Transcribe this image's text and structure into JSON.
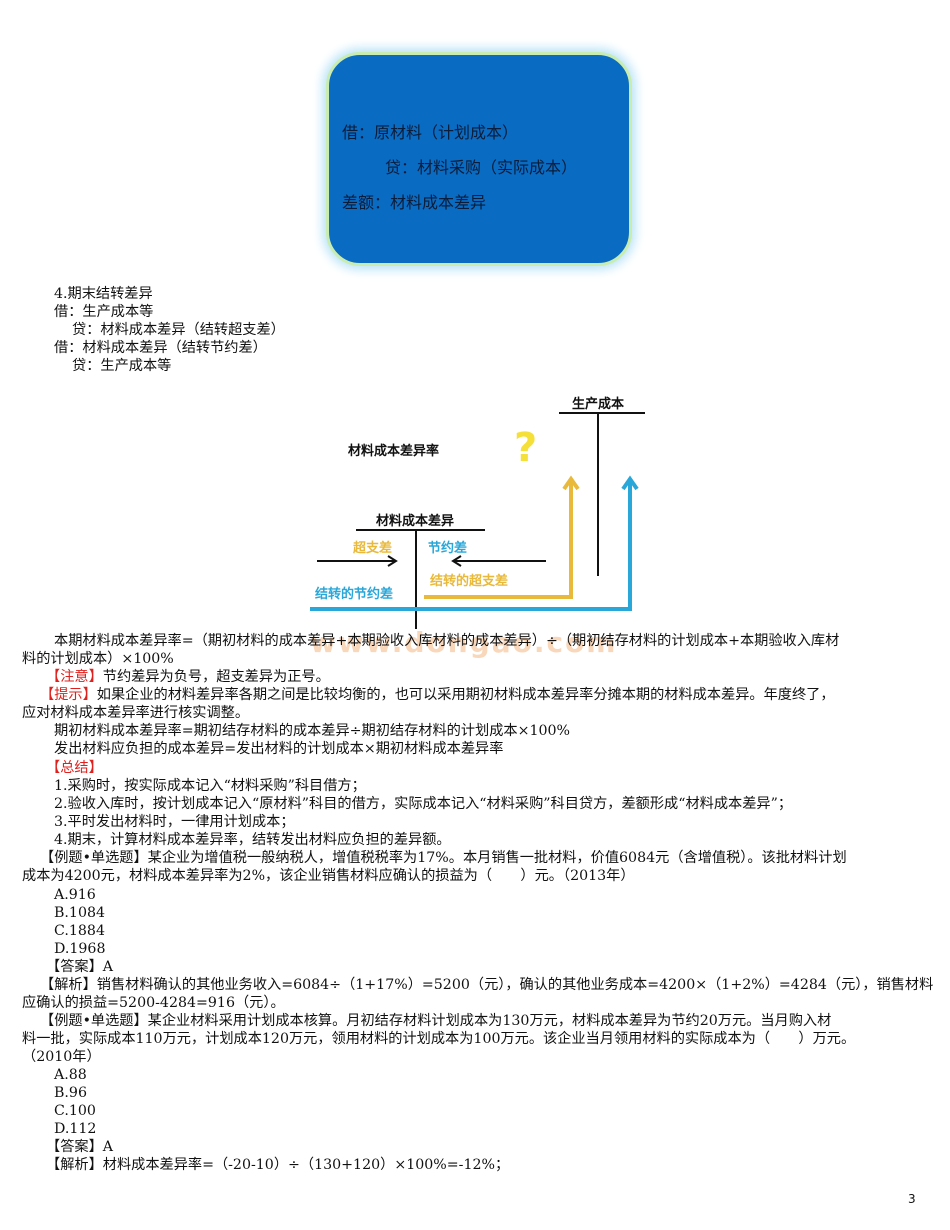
{
  "blue_box": {
    "line1": "借：原材料（计划成本）",
    "line2": "贷：材料采购（实际成本）",
    "line3": "差额：材料成本差异"
  },
  "section4": {
    "title": "4.期末结转差异",
    "l1": "借：生产成本等",
    "l2": "贷：材料成本差异（结转超支差）",
    "l3": "借：材料成本差异（结转节约差）",
    "l4": "贷：生产成本等"
  },
  "diagram": {
    "production_cost": "生产成本",
    "rate_label": "材料成本差异率",
    "question_mark": "?",
    "variance_account": "材料成本差异",
    "overspend": "超支差",
    "saving": "节约差",
    "transfer_overspend": "结转的超支差",
    "transfer_saving": "结转的节约差",
    "colors": {
      "yellow": "#e8b93b",
      "blue": "#2aa7d9",
      "question": "#f5e03a"
    }
  },
  "watermark": "www.dongao.com",
  "body": {
    "formula1_a": "本期材料成本差异率=（期初材料的成本差异+本期验收入库材料的成本差异）÷（期初结存材料的计划成本+本期验收入库材",
    "formula1_b": "料的计划成本）×100%",
    "note_tag": "【注意】",
    "note_text": "节约差异为负号，超支差异为正号。",
    "hint_tag": "【提示】",
    "hint_text_a": "如果企业的材料差异率各期之间是比较均衡的，也可以采用期初材料成本差异率分摊本期的材料成本差异。年度终了，",
    "hint_text_b": "应对材料成本差异率进行核实调整。",
    "formula2": "期初材料成本差异率=期初结存材料的成本差异÷期初结存材料的计划成本×100%",
    "formula3": "发出材料应负担的成本差异=发出材料的计划成本×期初材料成本差异率",
    "summary_tag": "【总结】",
    "summary": [
      "1.采购时，按实际成本记入“材料采购”科目借方；",
      "2.验收入库时，按计划成本记入“原材料”科目的借方，实际成本记入“材料采购”科目贷方，差额形成“材料成本差异”；",
      "3.平时发出材料时，一律用计划成本；",
      "4.期末，计算材料成本差异率，结转发出材料应负担的差异额。"
    ]
  },
  "example1": {
    "q_a": "【例题•单选题】某企业为增值税一般纳税人，增值税税率为17%。本月销售一批材料，价值6084元（含增值税）。该批材料计划",
    "q_b": "成本为4200元，材料成本差异率为2%，该企业销售材料应确认的损益为（　　）元。（2013年）",
    "options": [
      "A.916",
      "B.1084",
      "C.1884",
      "D.1968"
    ],
    "answer": "【答案】A",
    "analysis_a": "【解析】销售材料确认的其他业务收入=6084÷（1+17%）=5200（元），确认的其他业务成本=4200×（1+2%）=4284（元），销售材料",
    "analysis_b": "应确认的损益=5200-4284=916（元）。"
  },
  "example2": {
    "q_a": "【例题•单选题】某企业材料采用计划成本核算。月初结存材料计划成本为130万元，材料成本差异为节约20万元。当月购入材",
    "q_b": "料一批，实际成本110万元，计划成本120万元，领用材料的计划成本为100万元。该企业当月领用材料的实际成本为（　　）万元。",
    "q_c": "（2010年）",
    "options": [
      "A.88",
      "B.96",
      "C.100",
      "D.112"
    ],
    "answer": "【答案】A",
    "analysis_a": "【解析】材料成本差异率=（-20-10）÷（130+120）×100%=-12%；"
  },
  "page_number": "3"
}
